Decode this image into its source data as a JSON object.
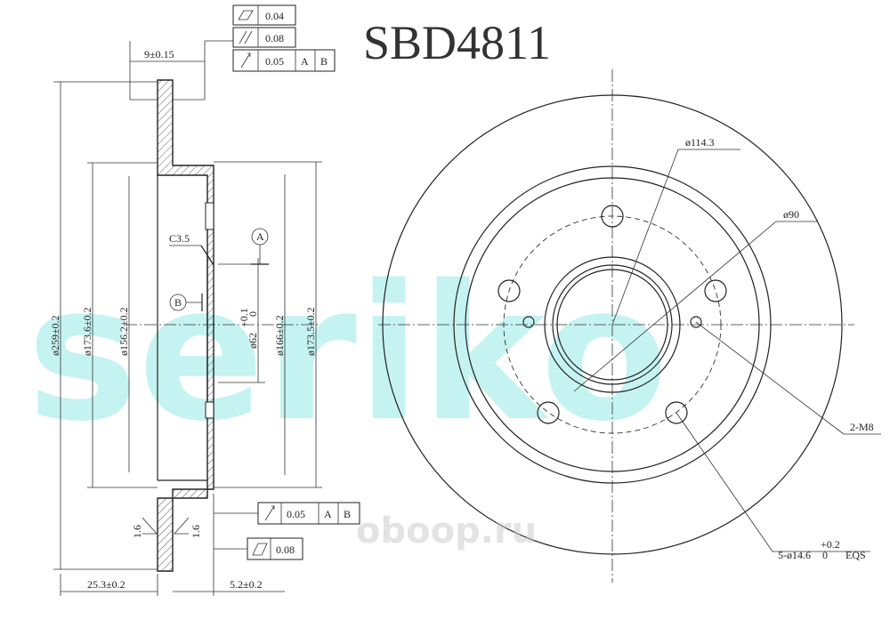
{
  "part_number": "SBD4811",
  "watermarks": {
    "brand": "seriko",
    "site": "oboop.ru"
  },
  "tolerance_frames": {
    "flatness": "0.04",
    "parallelism": "0.08",
    "runout_top": {
      "value": "0.05",
      "ref_a": "A",
      "ref_b": "B"
    },
    "runout_bottom": {
      "value": "0.05",
      "ref_a": "A",
      "ref_b": "B"
    },
    "flatness_bottom": "0.08"
  },
  "section_dims": {
    "thickness": "9±0.15",
    "outer_dia": "ø259±0.2",
    "d1736": "ø173.6±0.2",
    "d1562": "ø156.2±0.2",
    "d62": "ø62",
    "d62_tol_top": "+0.1",
    "d62_tol_bot": "0",
    "d166": "ø166±0.2",
    "d1735": "ø173.5±0.2",
    "chamfer": "C3.5",
    "datum_a": "A",
    "datum_b": "B",
    "surface_left": "1.6",
    "surface_right": "1.6",
    "height_total": "25.3±0.2",
    "hat_offset": "5.2±0.2"
  },
  "front_dims": {
    "pcd": "ø114.3",
    "center_bore": "ø90",
    "threaded": "2-M8",
    "holes": "5-ø14.6",
    "holes_tol_top": "+0.2",
    "holes_tol_bot": "0",
    "holes_suffix": "EQS"
  },
  "colors": {
    "ink": "#222222",
    "watermark": "#7fe6e2"
  }
}
